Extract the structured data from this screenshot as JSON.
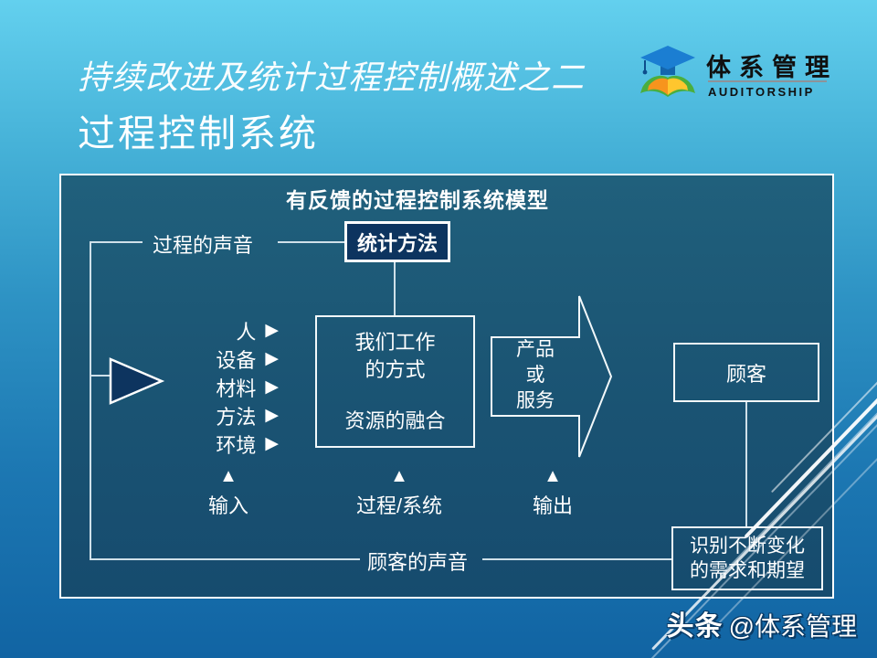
{
  "slide": {
    "title_line1": "持续改进及统计过程控制概述之二",
    "title_line2": "过程控制系统",
    "logo": {
      "brand": "体系管理",
      "sub": "AUDITORSHIP",
      "icon": "graduation-cap-open-book-icon"
    },
    "watermark": {
      "bold": "头条",
      "handle": "@体系管理"
    }
  },
  "diagram": {
    "title": "有反馈的过程控制系统模型",
    "voice_of_process": "过程的声音",
    "statistical_methods": "统计方法",
    "factors": [
      "人",
      "设备",
      "材料",
      "方法",
      "环境"
    ],
    "work_box": [
      "我们工作",
      "的方式",
      "资源的融合"
    ],
    "product_arrow": [
      "产品",
      "或",
      "服务"
    ],
    "customer": "顾客",
    "stage_labels": [
      {
        "label": "输入"
      },
      {
        "label": "过程/系统"
      },
      {
        "label": "输出"
      }
    ],
    "voice_of_customer": "顾客的声音",
    "needs_box": [
      "识别不断变化",
      "的需求和期望"
    ]
  },
  "icons": {
    "right_triangle": "▶",
    "up_triangle": "▲"
  },
  "colors": {
    "bg_top": "#63d0ee",
    "bg_bottom": "#1164a3",
    "panel_fill": "#1b5574",
    "navy_fill": "#0d345f",
    "border_white": "#ffffff",
    "connector": "#cfe0e9",
    "logo_cap_blue": "#1b7ed2",
    "logo_book_green": "#4aae3e",
    "logo_book_orange": "#f7941d",
    "logo_text_black": "#101010"
  }
}
